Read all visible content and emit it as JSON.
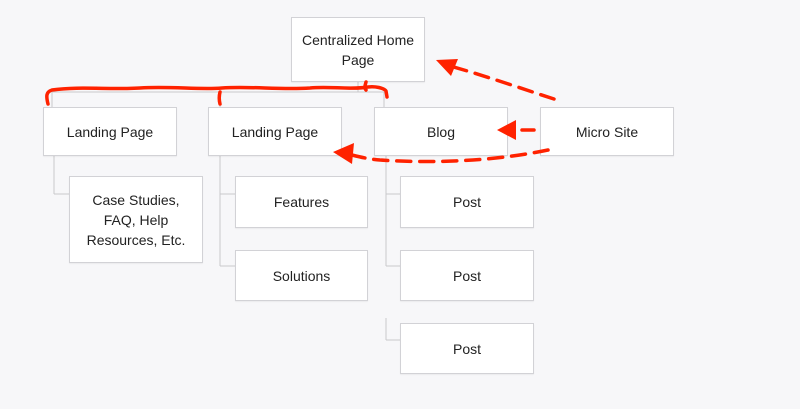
{
  "diagram": {
    "nodes": {
      "home": "Centralized Home Page",
      "landing_1": "Landing Page",
      "landing_2": "Landing Page",
      "blog": "Blog",
      "micro_site": "Micro Site",
      "case_studies": "Case Studies, FAQ, Help Resources, Etc.",
      "features": "Features",
      "solutions": "Solutions",
      "post_1": "Post",
      "post_2": "Post",
      "post_3": "Post"
    },
    "connector_color": "#c9c9cc",
    "annotation_color": "#ff2200"
  }
}
